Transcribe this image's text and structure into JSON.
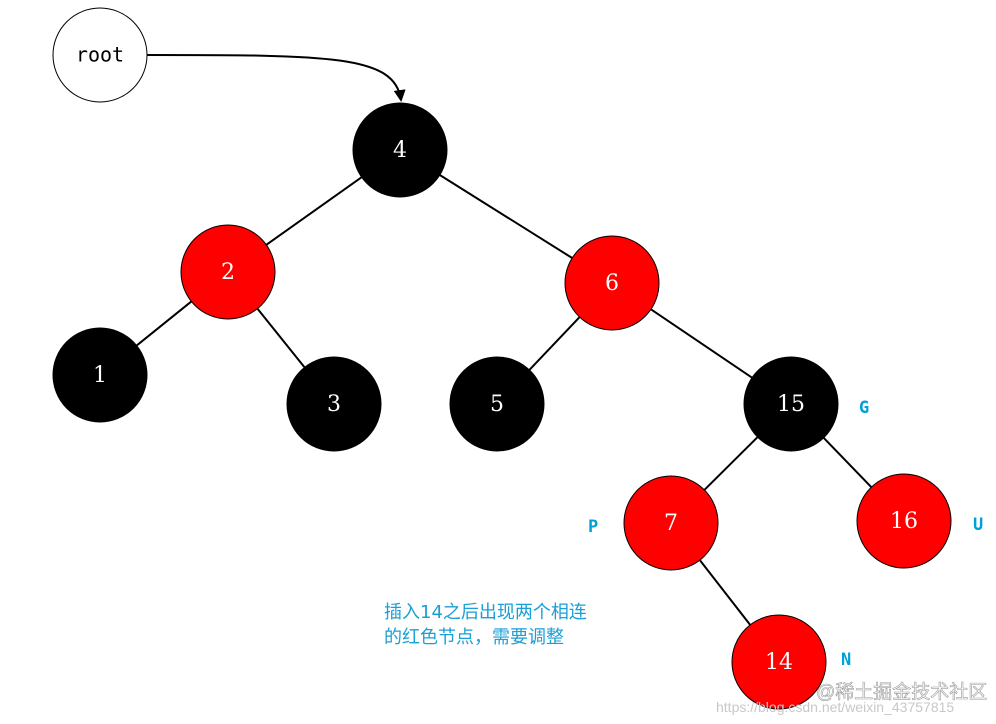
{
  "colors": {
    "black": "#000000",
    "red": "#ff0000",
    "label": "#00a0d8",
    "note": "#1a9fd6",
    "white": "#ffffff"
  },
  "root": {
    "label": "root"
  },
  "nodes": [
    {
      "id": "n4",
      "value": "4",
      "color": "black"
    },
    {
      "id": "n2",
      "value": "2",
      "color": "red"
    },
    {
      "id": "n6",
      "value": "6",
      "color": "red"
    },
    {
      "id": "n1",
      "value": "1",
      "color": "black"
    },
    {
      "id": "n3",
      "value": "3",
      "color": "black"
    },
    {
      "id": "n5",
      "value": "5",
      "color": "black"
    },
    {
      "id": "n15",
      "value": "15",
      "color": "black"
    },
    {
      "id": "n7",
      "value": "7",
      "color": "red"
    },
    {
      "id": "n16",
      "value": "16",
      "color": "red"
    },
    {
      "id": "n14",
      "value": "14",
      "color": "red"
    }
  ],
  "edges": [
    [
      "n4",
      "n2"
    ],
    [
      "n4",
      "n6"
    ],
    [
      "n2",
      "n1"
    ],
    [
      "n2",
      "n3"
    ],
    [
      "n6",
      "n5"
    ],
    [
      "n6",
      "n15"
    ],
    [
      "n15",
      "n7"
    ],
    [
      "n15",
      "n16"
    ],
    [
      "n7",
      "n14"
    ]
  ],
  "role_labels": {
    "g": "G",
    "p": "P",
    "u": "U",
    "n": "N"
  },
  "note": {
    "line1": "插入14之后出现两个相连",
    "line2": "的红色节点，需要调整"
  },
  "watermark": {
    "url": "https://blog.csdn.net/weixin_43757815",
    "brand": "@稀土掘金技术社区"
  }
}
